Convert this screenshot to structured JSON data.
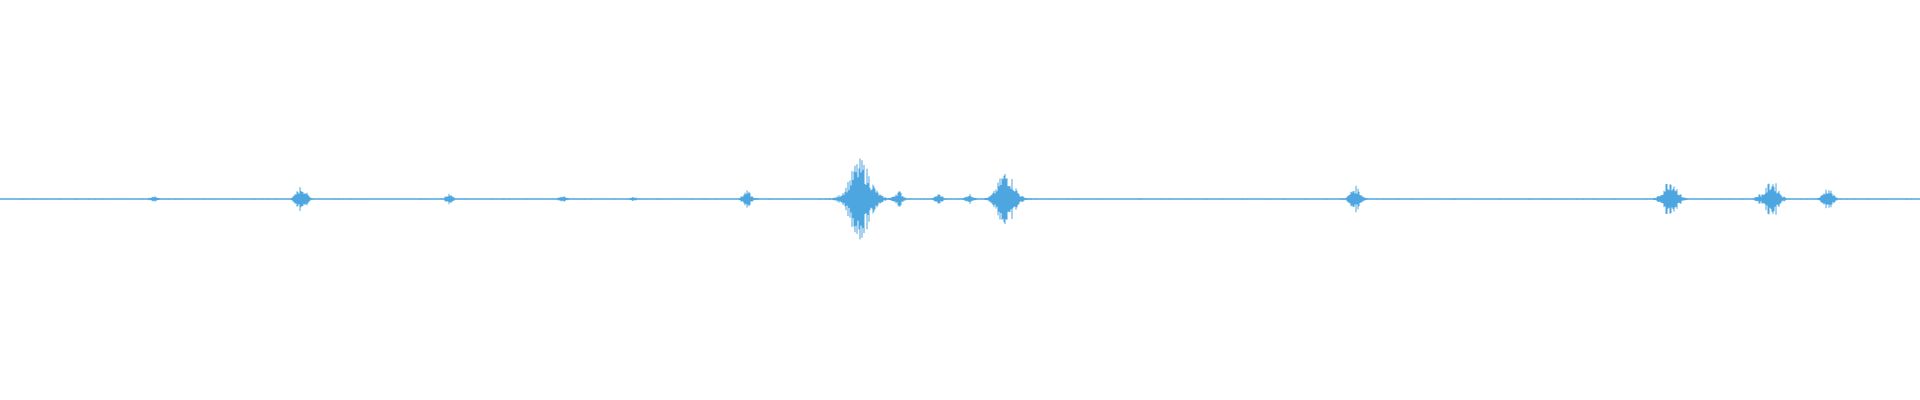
{
  "waveform": {
    "color": "#4ea6e0",
    "background": "#ffffff",
    "amplitude_peaks": [
      {
        "position": 0.08,
        "amplitude": 0.02
      },
      {
        "position": 0.157,
        "amplitude": 0.08
      },
      {
        "position": 0.234,
        "amplitude": 0.03
      },
      {
        "position": 0.293,
        "amplitude": 0.02
      },
      {
        "position": 0.33,
        "amplitude": 0.01
      },
      {
        "position": 0.389,
        "amplitude": 0.05
      },
      {
        "position": 0.448,
        "amplitude": 0.25
      },
      {
        "position": 0.468,
        "amplitude": 0.05
      },
      {
        "position": 0.489,
        "amplitude": 0.03
      },
      {
        "position": 0.505,
        "amplitude": 0.03
      },
      {
        "position": 0.524,
        "amplitude": 0.18
      },
      {
        "position": 0.706,
        "amplitude": 0.08
      },
      {
        "position": 0.87,
        "amplitude": 0.13
      },
      {
        "position": 0.916,
        "amplitude": 0.02
      },
      {
        "position": 0.923,
        "amplitude": 0.12
      },
      {
        "position": 0.952,
        "amplitude": 0.07
      }
    ]
  }
}
